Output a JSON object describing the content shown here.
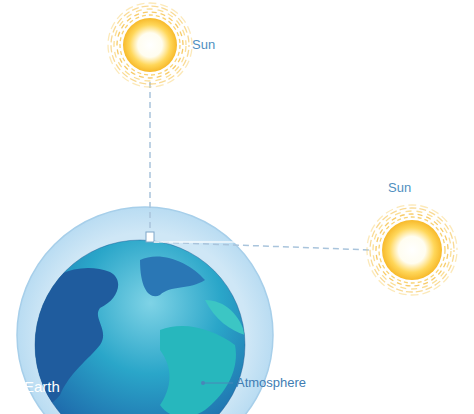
{
  "diagram": {
    "labels": [
      "Sun",
      "Sun",
      "Earth",
      "Atmosphere"
    ]
  }
}
